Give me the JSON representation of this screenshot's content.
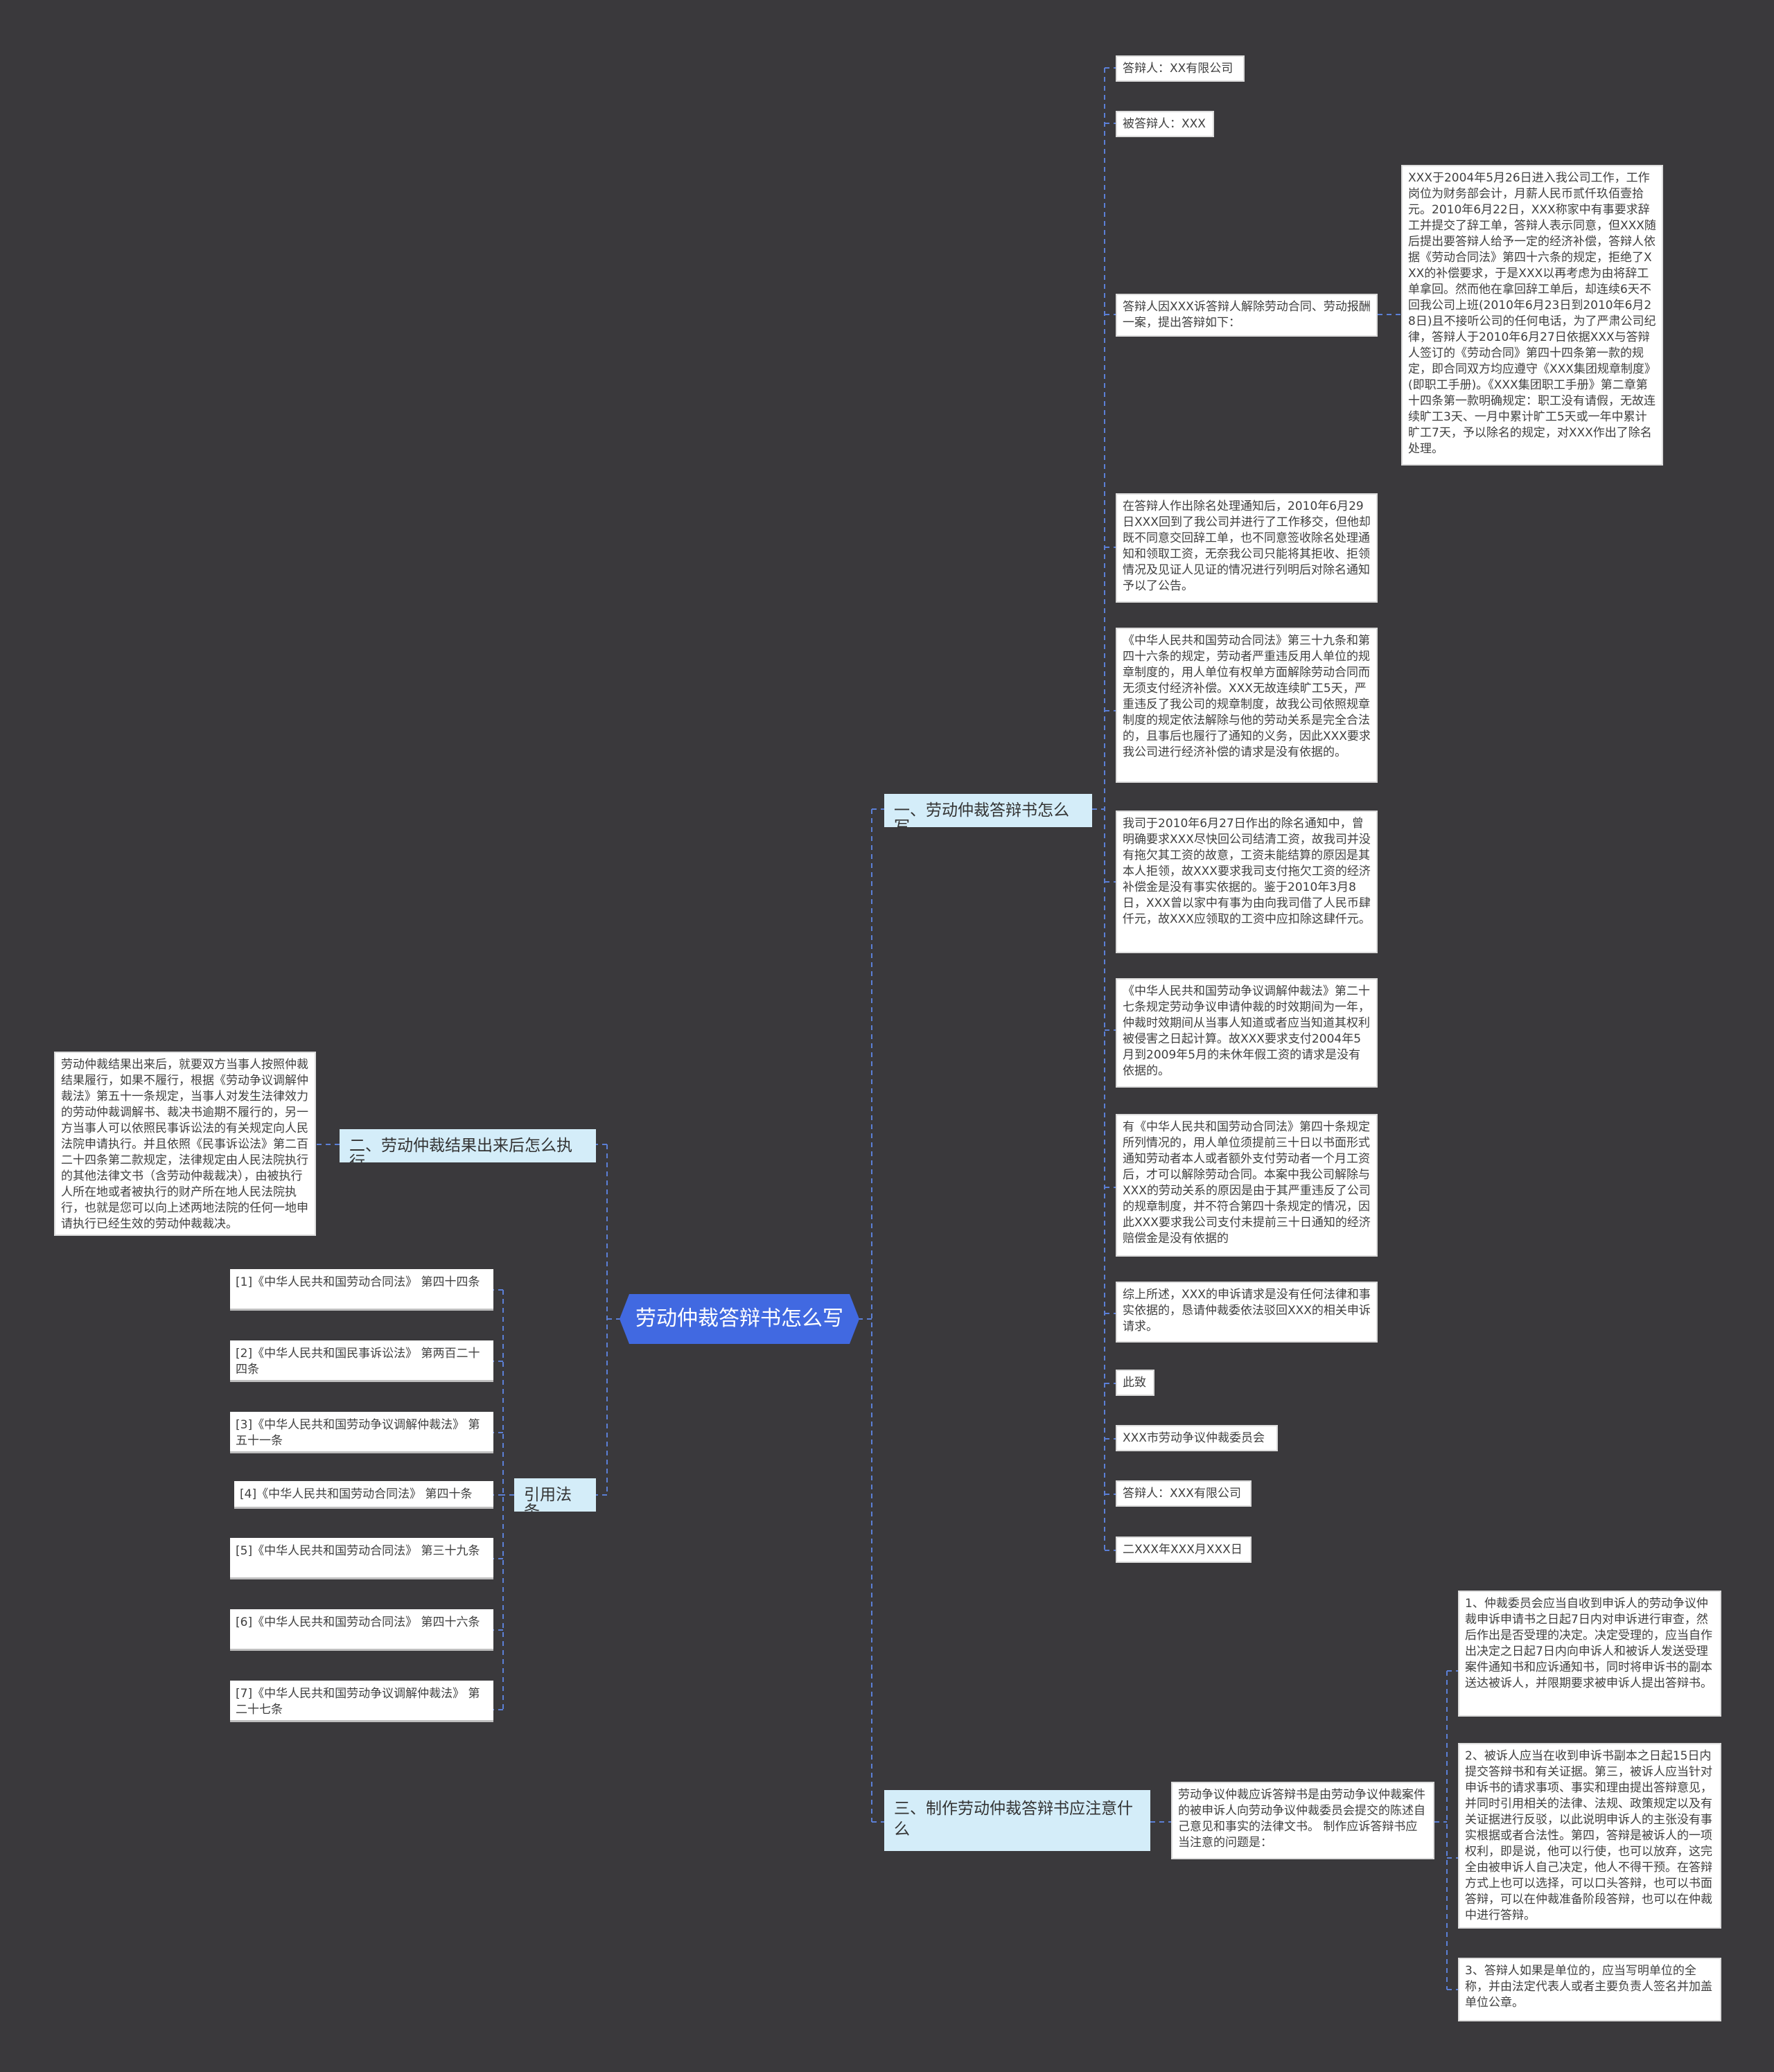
{
  "center": {
    "label": "劳动仲裁答辩书怎么写"
  },
  "branch1": {
    "label": "一、劳动仲裁答辩书怎么写",
    "items": [
      "答辩人：XX有限公司",
      "被答辩人：XXX",
      "答辩人因XXX诉答辩人解除劳动合同、劳动报酬一案，提出答辩如下：",
      "在答辩人作出除名处理通知后，2010年6月29日XXX回到了我公司并进行了工作移交，但他却既不同意交回辞工单，也不同意签收除名处理通知和领取工资，无奈我公司只能将其拒收、拒领情况及见证人见证的情况进行列明后对除名通知予以了公告。",
      "《中华人民共和国劳动合同法》第三十九条和第四十六条的规定，劳动者严重违反用人单位的规章制度的，用人单位有权单方面解除劳动合同而无须支付经济补偿。XXX无故连续旷工5天，严重违反了我公司的规章制度，故我公司依照规章制度的规定依法解除与他的劳动关系是完全合法的，且事后也履行了通知的义务，因此XXX要求我公司进行经济补偿的请求是没有依据的。",
      "我司于2010年6月27日作出的除名通知中，曾明确要求XXX尽快回公司结清工资，故我司并没有拖欠其工资的故意，工资未能结算的原因是其本人拒领，故XXX要求我司支付拖欠工资的经济补偿金是没有事实依据的。鉴于2010年3月8日，XXX曾以家中有事为由向我司借了人民币肆仟元，故XXX应领取的工资中应扣除这肆仟元。",
      "《中华人民共和国劳动争议调解仲裁法》第二十七条规定劳动争议申请仲裁的时效期间为一年，仲裁时效期间从当事人知道或者应当知道其权利被侵害之日起计算。故XXX要求支付2004年5月到2009年5月的未休年假工资的请求是没有依据的。",
      "有《中华人民共和国劳动合同法》第四十条规定所列情况的，用人单位须提前三十日以书面形式通知劳动者本人或者额外支付劳动者一个月工资后，才可以解除劳动合同。本案中我公司解除与XXX的劳动关系的原因是由于其严重违反了公司的规章制度，并不符合第四十条规定的情况，因此XXX要求我公司支付未提前三十日通知的经济赔偿金是没有依据的",
      "综上所述，XXX的申诉请求是没有任何法律和事实依据的，恳请仲裁委依法驳回XXX的相关申诉请求。",
      "此致",
      "XXX市劳动争议仲裁委员会",
      "答辩人：XXX有限公司",
      "二XXX年XXX月XXX日"
    ],
    "detail": "XXX于2004年5月26日进入我公司工作，工作岗位为财务部会计，月薪人民币贰仟玖佰壹拾元。2010年6月22日，XXX称家中有事要求辞工并提交了辞工单，答辩人表示同意，但XXX随后提出要答辩人给予一定的经济补偿，答辩人依据《劳动合同法》第四十六条的规定，拒绝了XXX的补偿要求，于是XXX以再考虑为由将辞工单拿回。然而他在拿回辞工单后，却连续6天不回我公司上班(2010年6月23日到2010年6月28日)且不接听公司的任何电话，为了严肃公司纪律，答辩人于2010年6月27日依据XXX与答辩人签订的《劳动合同》第四十四条第一款的规定，即合同双方均应遵守《XXX集团规章制度》(即职工手册)。《XXX集团职工手册》第二章第十四条第一款明确规定：职工没有请假，无故连续旷工3天、一月中累计旷工5天或一年中累计旷工7天，予以除名的规定，对XXX作出了除名处理。"
  },
  "branch2": {
    "label": "二、劳动仲裁结果出来后怎么执行",
    "detail": "劳动仲裁结果出来后，就要双方当事人按照仲裁结果履行，如果不履行，根据《劳动争议调解仲裁法》第五十一条规定，当事人对发生法律效力的劳动仲裁调解书、裁决书逾期不履行的，另一方当事人可以依照民事诉讼法的有关规定向人民法院申请执行。并且依照《民事诉讼法》第二百二十四条第二款规定，法律规定由人民法院执行的其他法律文书（含劳动仲裁裁决），由被执行人所在地或者被执行的财产所在地人民法院执行，也就是您可以向上述两地法院的任何一地申请执行已经生效的劳动仲裁裁决。"
  },
  "branch_refs": {
    "label": "引用法条",
    "items": [
      "[1]《中华人民共和国劳动合同法》 第四十四条",
      "[2]《中华人民共和国民事诉讼法》 第两百二十四条",
      "[3]《中华人民共和国劳动争议调解仲裁法》 第五十一条",
      "[4]《中华人民共和国劳动合同法》 第四十条",
      "[5]《中华人民共和国劳动合同法》 第三十九条",
      "[6]《中华人民共和国劳动合同法》 第四十六条",
      "[7]《中华人民共和国劳动争议调解仲裁法》 第二十七条"
    ]
  },
  "branch3": {
    "label": "三、制作劳动仲裁答辩书应注意什么",
    "intro": "劳动争议仲裁应诉答辩书是由劳动争议仲裁案件的被申诉人向劳动争议仲裁委员会提交的陈述自己意见和事实的法律文书。 制作应诉答辩书应当注意的问题是：",
    "items": [
      "1、仲裁委员会应当自收到申诉人的劳动争议仲裁申诉申请书之日起7日内对申诉进行审查，然后作出是否受理的决定。决定受理的，应当自作出决定之日起7日内向申诉人和被诉人发送受理案件通知书和应诉通知书，同时将申诉书的副本送达被诉人，并限期要求被申诉人提出答辩书。",
      "2、被诉人应当在收到申诉书副本之日起15日内提交答辩书和有关证据。第三，被诉人应当针对申诉书的请求事项、事实和理由提出答辩意见，并同时引用相关的法律、法规、政策规定以及有关证据进行反驳，以此说明申诉人的主张没有事实根据或者合法性。第四，答辩是被诉人的一项权利，即是说，他可以行使，也可以放弃，这完全由被申诉人自己决定，他人不得干预。在答辩方式上也可以选择，可以口头答辩，也可以书面答辩，可以在仲裁准备阶段答辩，也可以在仲裁中进行答辩。",
      "3、答辩人如果是单位的，应当写明单位的全称，并由法定代表人或者主要负责人签名并加盖单位公章。"
    ]
  },
  "colors": {
    "background": "#3a393c",
    "center": "#4169e1",
    "branch": "#d4edf9",
    "link": "#5b7fd6"
  }
}
